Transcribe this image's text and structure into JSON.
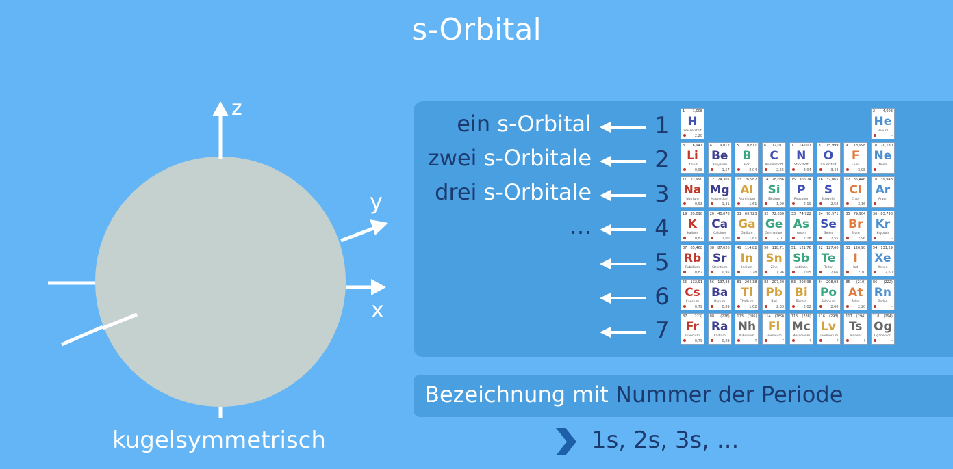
{
  "title": "s-Orbital",
  "diagram": {
    "axis_z": "z",
    "axis_y": "y",
    "axis_x": "x",
    "caption": "kugelsymmetrisch",
    "sphere_color": "#c4d1ce"
  },
  "periods": [
    {
      "prefix": "ein ",
      "suffix": "s-Orbital",
      "number": "1"
    },
    {
      "prefix": "zwei ",
      "suffix": "s-Orbitale",
      "number": "2"
    },
    {
      "prefix": "drei ",
      "suffix": "s-Orbitale",
      "number": "3"
    },
    {
      "prefix": "…",
      "suffix": "",
      "number": "4"
    },
    {
      "prefix": "",
      "suffix": "",
      "number": "5"
    },
    {
      "prefix": "",
      "suffix": "",
      "number": "6"
    },
    {
      "prefix": "",
      "suffix": "",
      "number": "7"
    }
  ],
  "colors": {
    "background": "#64b5f6",
    "panel": "#4a9fe0",
    "dark_text": "#1d3a6e",
    "sym_blue": "#3f51b5",
    "sym_red": "#c0392b",
    "sym_green": "#3aa680",
    "sym_orange": "#e07a3c",
    "sym_yellow": "#d4a23c",
    "sym_gray": "#666666",
    "sym_purple": "#3f3f8f"
  },
  "elements": [
    {
      "n": "1",
      "m": "1,008",
      "s": "H",
      "name": "Wasserstoff",
      "en": "2,20",
      "c": "#3f51b5"
    },
    {
      "n": "2",
      "m": "4,003",
      "s": "He",
      "name": "Helium",
      "en": "-",
      "c": "#4a8fd0"
    },
    {
      "n": "3",
      "m": "6,941",
      "s": "Li",
      "name": "Lithium",
      "en": "0,98",
      "c": "#c0392b"
    },
    {
      "n": "4",
      "m": "9,012",
      "s": "Be",
      "name": "Beryllium",
      "en": "1,57",
      "c": "#3f3f8f"
    },
    {
      "n": "5",
      "m": "10,811",
      "s": "B",
      "name": "Bor",
      "en": "2,04",
      "c": "#3aa680"
    },
    {
      "n": "6",
      "m": "12,011",
      "s": "C",
      "name": "Kohlenstoff",
      "en": "2,55",
      "c": "#3f51b5"
    },
    {
      "n": "7",
      "m": "14,007",
      "s": "N",
      "name": "Stickstoff",
      "en": "3,04",
      "c": "#3f51b5"
    },
    {
      "n": "8",
      "m": "15,999",
      "s": "O",
      "name": "Sauerstoff",
      "en": "3,44",
      "c": "#3f51b5"
    },
    {
      "n": "9",
      "m": "18,998",
      "s": "F",
      "name": "Fluor",
      "en": "3,98",
      "c": "#e07a3c"
    },
    {
      "n": "10",
      "m": "20,180",
      "s": "Ne",
      "name": "Neon",
      "en": "-",
      "c": "#4a8fd0"
    },
    {
      "n": "11",
      "m": "22,990",
      "s": "Na",
      "name": "Natrium",
      "en": "0,93",
      "c": "#c0392b"
    },
    {
      "n": "12",
      "m": "24,305",
      "s": "Mg",
      "name": "Magnesium",
      "en": "1,31",
      "c": "#3f3f8f"
    },
    {
      "n": "13",
      "m": "26,982",
      "s": "Al",
      "name": "Aluminium",
      "en": "1,61",
      "c": "#d4a23c"
    },
    {
      "n": "14",
      "m": "28,086",
      "s": "Si",
      "name": "Silicium",
      "en": "1,90",
      "c": "#3aa680"
    },
    {
      "n": "15",
      "m": "30,974",
      "s": "P",
      "name": "Phosphor",
      "en": "2,19",
      "c": "#3f51b5"
    },
    {
      "n": "16",
      "m": "32,065",
      "s": "S",
      "name": "Schwefel",
      "en": "2,58",
      "c": "#3f51b5"
    },
    {
      "n": "17",
      "m": "35,446",
      "s": "Cl",
      "name": "Chlor",
      "en": "3,16",
      "c": "#e07a3c"
    },
    {
      "n": "18",
      "m": "39,948",
      "s": "Ar",
      "name": "Argon",
      "en": "-",
      "c": "#4a8fd0"
    },
    {
      "n": "19",
      "m": "39,098",
      "s": "K",
      "name": "Kalium",
      "en": "0,82",
      "c": "#c0392b"
    },
    {
      "n": "20",
      "m": "40,078",
      "s": "Ca",
      "name": "Calcium",
      "en": "1,00",
      "c": "#3f3f8f"
    },
    {
      "n": "31",
      "m": "69,723",
      "s": "Ga",
      "name": "Gallium",
      "en": "1,81",
      "c": "#d4a23c"
    },
    {
      "n": "32",
      "m": "72,630",
      "s": "Ge",
      "name": "Germanium",
      "en": "2,01",
      "c": "#3aa680"
    },
    {
      "n": "33",
      "m": "74,922",
      "s": "As",
      "name": "Arsen",
      "en": "2,18",
      "c": "#3aa680"
    },
    {
      "n": "34",
      "m": "78,971",
      "s": "Se",
      "name": "Selen",
      "en": "2,55",
      "c": "#3f51b5"
    },
    {
      "n": "35",
      "m": "79,904",
      "s": "Br",
      "name": "Brom",
      "en": "2,96",
      "c": "#e07a3c"
    },
    {
      "n": "36",
      "m": "83,798",
      "s": "Kr",
      "name": "Krypton",
      "en": "-",
      "c": "#4a8fd0"
    },
    {
      "n": "37",
      "m": "85,468",
      "s": "Rb",
      "name": "Rubidium",
      "en": "0,82",
      "c": "#c0392b"
    },
    {
      "n": "38",
      "m": "87,620",
      "s": "Sr",
      "name": "Strontium",
      "en": "0,95",
      "c": "#3f3f8f"
    },
    {
      "n": "49",
      "m": "114,82",
      "s": "In",
      "name": "Indium",
      "en": "1,78",
      "c": "#d4a23c"
    },
    {
      "n": "50",
      "m": "118,71",
      "s": "Sn",
      "name": "Zinn",
      "en": "1,96",
      "c": "#d4a23c"
    },
    {
      "n": "51",
      "m": "121,76",
      "s": "Sb",
      "name": "Antimon",
      "en": "2,05",
      "c": "#3aa680"
    },
    {
      "n": "52",
      "m": "127,60",
      "s": "Te",
      "name": "Tellur",
      "en": "2,66",
      "c": "#3aa680"
    },
    {
      "n": "53",
      "m": "126,90",
      "s": "I",
      "name": "Iod",
      "en": "2,10",
      "c": "#e07a3c"
    },
    {
      "n": "54",
      "m": "131,29",
      "s": "Xe",
      "name": "Xenon",
      "en": "2,60",
      "c": "#4a8fd0"
    },
    {
      "n": "55",
      "m": "132,91",
      "s": "Cs",
      "name": "Caesium",
      "en": "0,79",
      "c": "#c0392b"
    },
    {
      "n": "56",
      "m": "137,33",
      "s": "Ba",
      "name": "Barium",
      "en": "0,89",
      "c": "#3f3f8f"
    },
    {
      "n": "81",
      "m": "204,38",
      "s": "Tl",
      "name": "Thallium",
      "en": "1,62",
      "c": "#d4a23c"
    },
    {
      "n": "82",
      "m": "207,20",
      "s": "Pb",
      "name": "Blei",
      "en": "2,33",
      "c": "#d4a23c"
    },
    {
      "n": "83",
      "m": "208,98",
      "s": "Bi",
      "name": "Bismut",
      "en": "2,02",
      "c": "#d4a23c"
    },
    {
      "n": "84",
      "m": "208,98",
      "s": "Po",
      "name": "Polonium",
      "en": "2,00",
      "c": "#3aa680"
    },
    {
      "n": "85",
      "m": "(210)",
      "s": "At",
      "name": "Astat",
      "en": "2,20",
      "c": "#e07a3c"
    },
    {
      "n": "86",
      "m": "(222)",
      "s": "Rn",
      "name": "Radon",
      "en": "-",
      "c": "#4a8fd0"
    },
    {
      "n": "87",
      "m": "(223)",
      "s": "Fr",
      "name": "Francium",
      "en": "0,79",
      "c": "#c0392b"
    },
    {
      "n": "88",
      "m": "(226)",
      "s": "Ra",
      "name": "Radium",
      "en": "0,89",
      "c": "#3f3f8f"
    },
    {
      "n": "113",
      "m": "(286)",
      "s": "Nh",
      "name": "Nihonium",
      "en": "?",
      "c": "#666666"
    },
    {
      "n": "114",
      "m": "(289)",
      "s": "Fl",
      "name": "Flerovium",
      "en": "?",
      "c": "#d4a23c"
    },
    {
      "n": "115",
      "m": "(288)",
      "s": "Mc",
      "name": "Moscovium",
      "en": "?",
      "c": "#666666"
    },
    {
      "n": "116",
      "m": "(293)",
      "s": "Lv",
      "name": "Livermorium",
      "en": "?",
      "c": "#d4a23c"
    },
    {
      "n": "117",
      "m": "(294)",
      "s": "Ts",
      "name": "Tenness",
      "en": "?",
      "c": "#666666"
    },
    {
      "n": "118",
      "m": "(294)",
      "s": "Og",
      "name": "Oganesson",
      "en": "-",
      "c": "#666666"
    }
  ],
  "naming": {
    "prefix": "Bezeichnung mit ",
    "highlight": "Nummer der Periode"
  },
  "result": "1s, 2s, 3s, ..."
}
